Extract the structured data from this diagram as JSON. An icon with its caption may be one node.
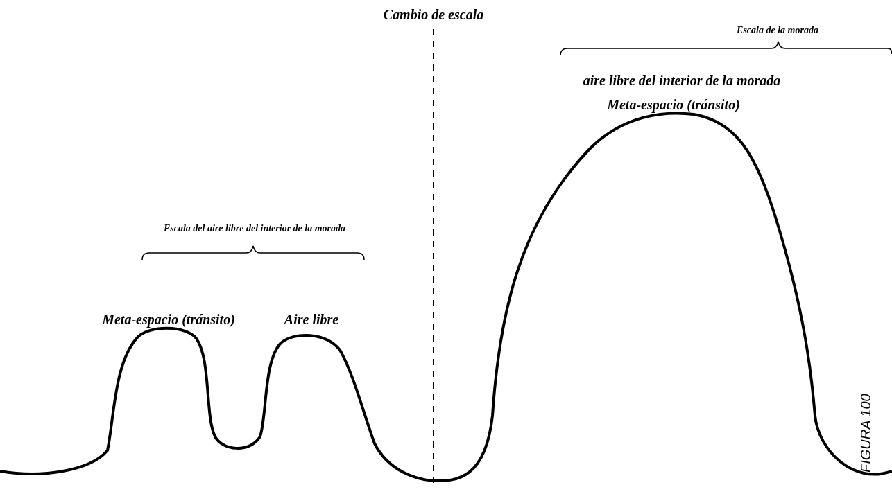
{
  "diagram": {
    "caption": "FIGURA 100",
    "labels": [
      "Cambio de escala",
      "Escala de la morada",
      "aire libre del interior de la morada",
      "Meta-espacio (tránsito)",
      "Escala del aire libre del interior de la morada",
      "Meta-espacio (tránsito)",
      "Aire libre"
    ]
  }
}
